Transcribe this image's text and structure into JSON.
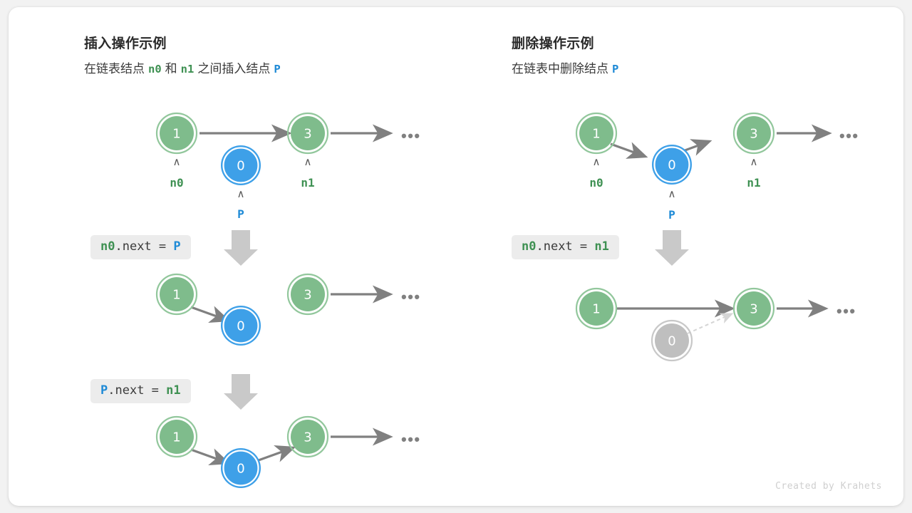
{
  "footer": {
    "credit": "Created by Krahets"
  },
  "panels": {
    "insert": {
      "title": "插入操作示例",
      "subtitle_parts": {
        "pre": "在链表结点",
        "n0": "n0",
        "mid": "和",
        "n1": "n1",
        "post": "之间插入结点",
        "p": "P"
      },
      "steps": [
        {
          "code_parts": {
            "a": "n0",
            "b": ".next = ",
            "c": "P"
          },
          "code_text": "n0.next = P"
        },
        {
          "code_parts": {
            "a": "P",
            "b": ".next = ",
            "c": "n1"
          },
          "code_text": "P.next = n1"
        }
      ],
      "rows": [
        {
          "nodes": [
            {
              "value": "1",
              "color": "green",
              "label": "n0"
            },
            {
              "value": "0",
              "color": "blue",
              "label": "P"
            },
            {
              "value": "3",
              "color": "green",
              "label": "n1"
            }
          ],
          "tail": "•••"
        },
        {
          "nodes": [
            {
              "value": "1",
              "color": "green"
            },
            {
              "value": "0",
              "color": "blue"
            },
            {
              "value": "3",
              "color": "green"
            }
          ],
          "tail": "•••"
        },
        {
          "nodes": [
            {
              "value": "1",
              "color": "green"
            },
            {
              "value": "0",
              "color": "blue"
            },
            {
              "value": "3",
              "color": "green"
            }
          ],
          "tail": "•••"
        }
      ]
    },
    "delete": {
      "title": "删除操作示例",
      "subtitle_parts": {
        "pre": "在链表中删除结点",
        "p": "P"
      },
      "steps": [
        {
          "code_parts": {
            "a": "n0",
            "b": ".next = ",
            "c": "n1"
          },
          "code_text": "n0.next = n1"
        }
      ],
      "rows": [
        {
          "nodes": [
            {
              "value": "1",
              "color": "green",
              "label": "n0"
            },
            {
              "value": "0",
              "color": "blue",
              "label": "P"
            },
            {
              "value": "3",
              "color": "green",
              "label": "n1"
            }
          ],
          "tail": "•••"
        },
        {
          "nodes": [
            {
              "value": "1",
              "color": "green"
            },
            {
              "value": "0",
              "color": "gray"
            },
            {
              "value": "3",
              "color": "green"
            }
          ],
          "tail": "•••"
        }
      ]
    }
  },
  "colors": {
    "green_fill": "#7FBC8C",
    "green_ring": "#92C79C",
    "blue_fill": "#3EA0E8",
    "blue_ring": "#3EA0E8",
    "gray_fill": "#BFBFBF",
    "gray_ring": "#C8C8C8",
    "arrow": "#808080",
    "code_bg": "#ececec",
    "green_text": "#3f9153",
    "blue_text": "#1e8ad6"
  }
}
